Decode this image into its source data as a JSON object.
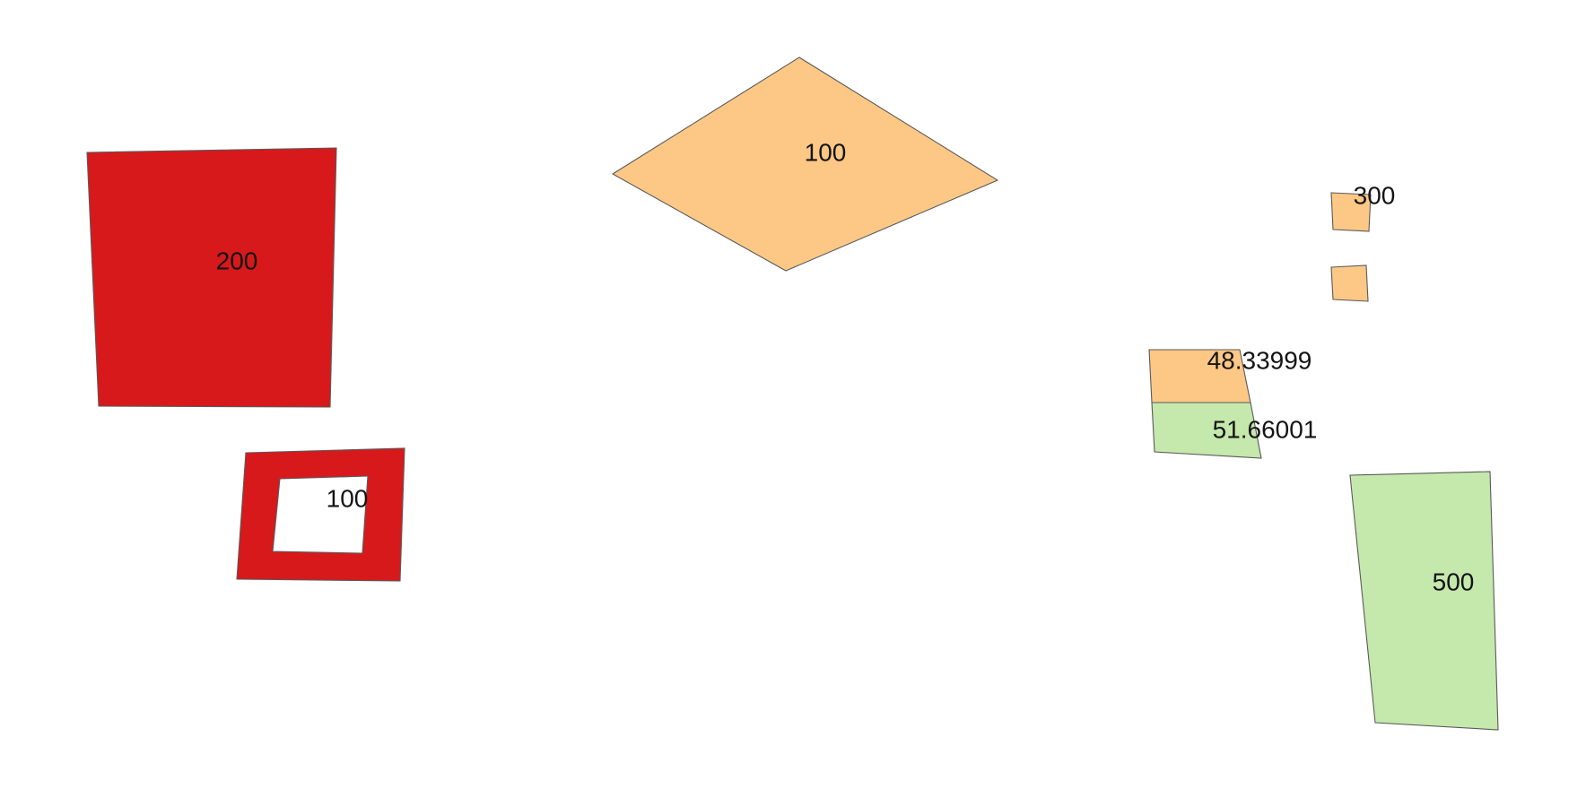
{
  "map": {
    "colors": {
      "background": "#ffffff",
      "red": "#d7191c",
      "orange": "#fdc886",
      "green": "#c5e8ad",
      "outline": "#5a5a5a",
      "label": "#141414"
    },
    "features": [
      {
        "id": "polygon-200",
        "label": "200",
        "fill": "red"
      },
      {
        "id": "polygon-100-hollow",
        "label": "100",
        "fill": "red",
        "has_hole": true
      },
      {
        "id": "polygon-100-diamond",
        "label": "100",
        "fill": "orange"
      },
      {
        "id": "polygon-300",
        "label": "300",
        "fill": "orange",
        "parts": 2
      },
      {
        "id": "polygon-48",
        "label": "48.33999",
        "fill": "orange"
      },
      {
        "id": "polygon-51",
        "label": "51.66001",
        "fill": "green"
      },
      {
        "id": "polygon-500",
        "label": "500",
        "fill": "green"
      }
    ]
  }
}
